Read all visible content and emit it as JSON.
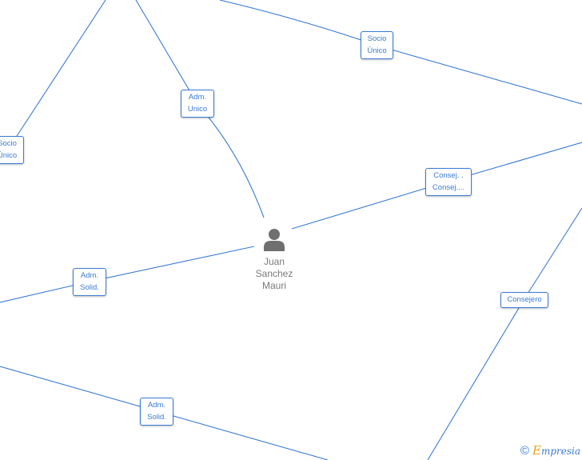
{
  "person": {
    "name_lines": [
      "Juan",
      "Sanchez",
      "Mauri"
    ]
  },
  "edge_labels": {
    "socio_unico_top": [
      "Socio",
      "Único"
    ],
    "adm_unico": [
      "Adm.",
      "Unico"
    ],
    "socio_unico_left": [
      "Socio",
      "Único"
    ],
    "consej": [
      "Consej. .",
      "Consej...."
    ],
    "adm_solid_left": [
      "Adm.",
      "Solid."
    ],
    "consejero": [
      "Consejero"
    ],
    "adm_solid_bottom": [
      "Adm.",
      "Solid."
    ]
  },
  "brand": {
    "copyright": "©",
    "initial": "E",
    "rest": "mpresia"
  },
  "colors": {
    "edge": "#3a7bd5",
    "label_text": "#3a7bd5",
    "person_icon": "#6f6f6f",
    "person_text": "#7a7a7a",
    "brand_accent": "#e8a21c"
  }
}
